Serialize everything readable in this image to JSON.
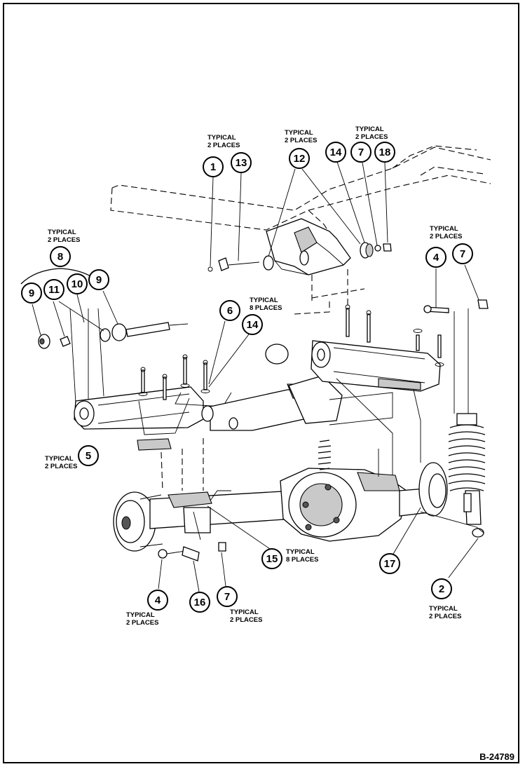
{
  "figure_id": "B-24789",
  "callouts": [
    {
      "label": "1"
    },
    {
      "label": "13"
    },
    {
      "label": "12"
    },
    {
      "label": "14"
    },
    {
      "label": "7"
    },
    {
      "label": "18"
    },
    {
      "label": "8"
    },
    {
      "label": "9"
    },
    {
      "label": "11"
    },
    {
      "label": "10"
    },
    {
      "label": "9"
    },
    {
      "label": "4"
    },
    {
      "label": "7"
    },
    {
      "label": "6"
    },
    {
      "label": "14"
    },
    {
      "label": "5"
    },
    {
      "label": "15"
    },
    {
      "label": "17"
    },
    {
      "label": "2"
    },
    {
      "label": "4"
    },
    {
      "label": "16"
    },
    {
      "label": "7"
    }
  ],
  "notes": [
    {
      "line1": "TYPICAL",
      "line2": "2 PLACES"
    },
    {
      "line1": "TYPICAL",
      "line2": "2 PLACES"
    },
    {
      "line1": "TYPICAL",
      "line2": "2 PLACES"
    },
    {
      "line1": "TYPICAL",
      "line2": "2 PLACES"
    },
    {
      "line1": "TYPICAL",
      "line2": "2 PLACES"
    },
    {
      "line1": "TYPICAL",
      "line2": "8 PLACES"
    },
    {
      "line1": "TYPICAL",
      "line2": "2 PLACES"
    },
    {
      "line1": "TYPICAL",
      "line2": "8 PLACES"
    },
    {
      "line1": "TYPICAL",
      "line2": "2 PLACES"
    },
    {
      "line1": "TYPICAL",
      "line2": "2 PLACES"
    },
    {
      "line1": "TYPICAL",
      "line2": "2 PLACES"
    }
  ]
}
